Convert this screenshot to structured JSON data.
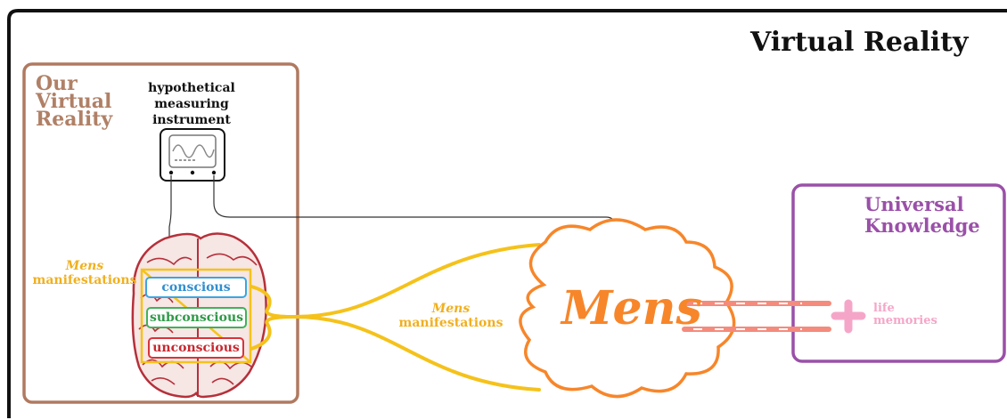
{
  "title": "Virtual Reality",
  "our_virtual_reality": {
    "line1": "Our",
    "line2": "Virtual",
    "line3": "Reality"
  },
  "instrument": {
    "line1": "hypothetical",
    "line2": "measuring",
    "line3": "instrument"
  },
  "mind_levels": {
    "conscious": "conscious",
    "subconscious": "subconscious",
    "unconscious": "unconscious"
  },
  "manifestations_left": {
    "mens": "Mens",
    "word": "manifestations"
  },
  "manifestations_mid": {
    "mens": "Mens",
    "word": "manifestations"
  },
  "mens_label": "Mens",
  "universal_knowledge": {
    "line1": "Universal",
    "line2": "Knowledge"
  },
  "life_memories": {
    "line1": "life",
    "line2": "memories"
  },
  "colors": {
    "frame": "#111111",
    "our_vr_box": "#b07a60",
    "instrument": "#111111",
    "manifestations": "#f5c21b",
    "brain": "#b5303a",
    "conscious": "#3aa6e0",
    "subconscious": "#3fb25a",
    "unconscious": "#d8343a",
    "mens_cloud": "#f7862a",
    "link_bars": "#f48b7c",
    "universal_box": "#9a50a8",
    "plus_marker": "#f5a6c8"
  },
  "icons": [
    "oscilloscope-icon",
    "brain-icon",
    "cloud-icon",
    "plus-icon"
  ]
}
